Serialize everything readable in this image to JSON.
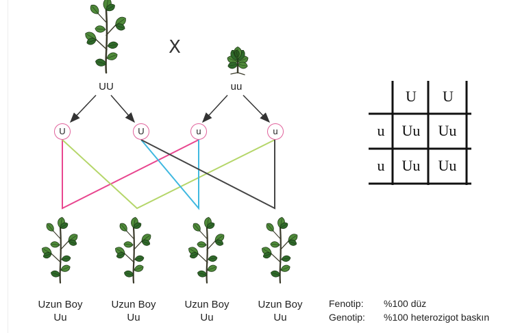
{
  "cross": {
    "symbol": "X",
    "parent_left": {
      "genotype": "UU",
      "icon": "tall-plant-icon"
    },
    "parent_right": {
      "genotype": "uu",
      "icon": "short-plant-icon"
    }
  },
  "gametes": [
    "U",
    "U",
    "u",
    "u"
  ],
  "offspring": [
    {
      "phenotype": "Uzun Boy",
      "genotype": "Uu"
    },
    {
      "phenotype": "Uzun Boy",
      "genotype": "Uu"
    },
    {
      "phenotype": "Uzun Boy",
      "genotype": "Uu"
    },
    {
      "phenotype": "Uzun Boy",
      "genotype": "Uu"
    }
  ],
  "punnett": {
    "col_headers": [
      "U",
      "U"
    ],
    "row_headers": [
      "u",
      "u"
    ],
    "cells": [
      [
        "Uu",
        "Uu"
      ],
      [
        "Uu",
        "Uu"
      ]
    ]
  },
  "summary": {
    "phenotype_label": "Fenotip:",
    "phenotype_value": "%100 düz",
    "genotype_label": "Genotip:",
    "genotype_value": "%100 heterozigot baskın"
  },
  "colors": {
    "pink": "#e8468f",
    "green": "#b5d66a",
    "cyan": "#3fb8e0",
    "dark": "#444444",
    "leaf": "#4f8a3a",
    "leaf_dark": "#2f6a2a",
    "stem": "#3a3a2a",
    "allele_ring": "#e0609a"
  }
}
